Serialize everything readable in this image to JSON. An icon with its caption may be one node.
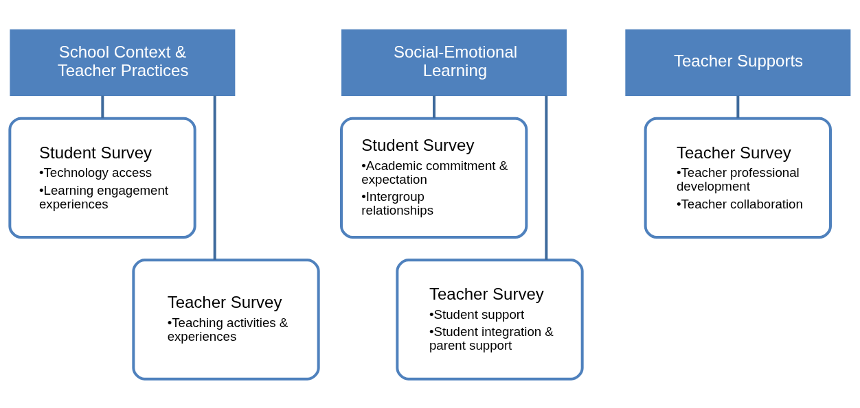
{
  "diagram": {
    "nodes": [
      {
        "text": [
          "School Context & Teacher Practices"
        ]
      },
      {
        "text": [
          "Student Survey",
          "•Technology access",
          "•Learning engagement experiences"
        ]
      },
      {
        "text": [
          "Teacher Survey",
          "•Teaching activities & experiences"
        ]
      },
      {
        "text": [
          "Social-Emotional Learning"
        ]
      },
      {
        "text": [
          "Student Survey",
          "•Academic commitment & expectation",
          "•Intergroup relationships"
        ]
      },
      {
        "text": [
          "Teacher Survey",
          "•Student support",
          "•Student integration & parent support"
        ]
      },
      {
        "text": [
          "Teacher Supports"
        ]
      },
      {
        "text": [
          "Teacher Survey",
          "•Teacher professional development",
          "•Teacher collaboration"
        ]
      }
    ],
    "edges": [
      {
        "from": 0,
        "to": 1,
        "arrow": "none"
      },
      {
        "from": 0,
        "to": 2,
        "arrow": "none"
      },
      {
        "from": 3,
        "to": 4,
        "arrow": "none"
      },
      {
        "from": 3,
        "to": 5,
        "arrow": "none"
      },
      {
        "from": 6,
        "to": 7,
        "arrow": "none"
      }
    ]
  }
}
